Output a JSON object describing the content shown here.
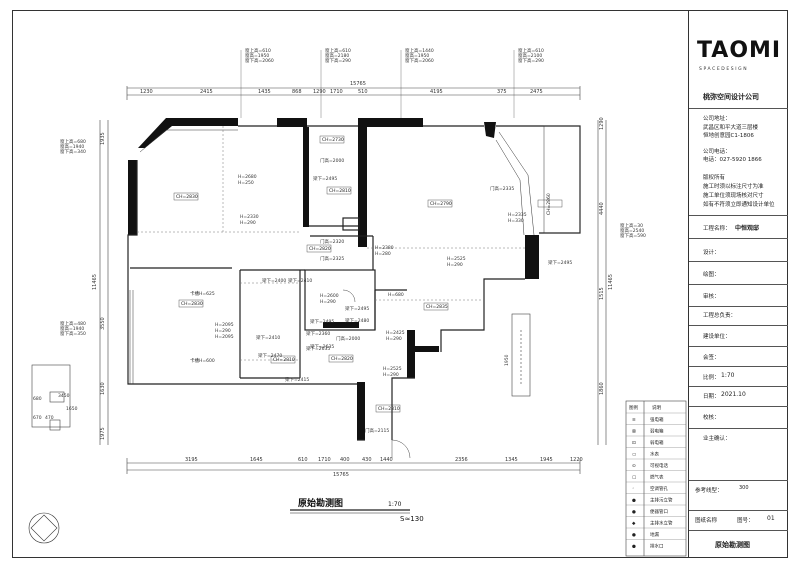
{
  "title_block": {
    "logo": "TAOMI",
    "logo_sub": "SPACEDESIGN",
    "company": "桃弥空间设计公司",
    "address_label": "公司地址：",
    "address_lines": [
      "武昌区和平大道三层楼",
      "恒地创意园C1-1806"
    ],
    "phone_label": "公司电话：",
    "phone": "电话：027-5920 1866",
    "notice_label": "版权所有",
    "notice_lines": [
      "施工时须以标注尺寸为准",
      "施工单位须现场核对尺寸",
      "如有不符须立即通知设计单位"
    ],
    "project_label": "工程名称：",
    "project_value": "中恒观邸",
    "fields": [
      "设计：",
      "绘图：",
      "审核：",
      "工程总负责：",
      "建设单位：",
      "会签："
    ],
    "scale_label": "比例：",
    "scale_value": "1:70",
    "date_label": "日期：",
    "date_value": "2021.10",
    "check_label": "校核：",
    "confirm_label": "业主确认：",
    "ref_line_label": "参考线型：",
    "ref_line_value": "300",
    "drawing_name_label": "图纸名称",
    "drawing_no_label": "图号：",
    "drawing_no": "01",
    "drawing_name": "原始勘测图"
  },
  "drawing_title": "原始勘测图",
  "drawing_scale": "1:70",
  "area": "S≈130",
  "dims_top": [
    "1230",
    "2415",
    "1435",
    "868",
    "1290",
    "1710",
    "510",
    "4195",
    "375",
    "2475"
  ],
  "dims_top_total": "15765",
  "dims_bottom": [
    "3195",
    "1645",
    "610",
    "1710",
    "400",
    "430",
    "1440",
    "2356",
    "1345",
    "1945",
    "1220"
  ],
  "dims_bottom_total": "15765",
  "dims_left": [
    "1935",
    "3550",
    "1630",
    "1975"
  ],
  "dims_left_total": "11465",
  "dims_right": [
    "1290",
    "4440",
    "1515",
    "1860"
  ],
  "dims_right_total": "11465",
  "window_notes_top": [
    [
      "窗上高=610",
      "窗高=1950",
      "窗下高=2060"
    ],
    [
      "窗上高=610",
      "窗高=2180",
      "窗下高=290"
    ],
    [
      "窗上高=1440",
      "窗高=1950",
      "窗下高=2060"
    ],
    [
      "窗上高=610",
      "窗高=2100",
      "窗下高=290"
    ]
  ],
  "window_notes_left": [
    [
      "窗上高=680",
      "窗高=1940",
      "窗下高=340"
    ],
    [
      "窗上高=480",
      "窗高=1940",
      "窗下高=350"
    ]
  ],
  "window_note_right": [
    "窗上高=30",
    "窗高=2540",
    "窗下高=590"
  ],
  "room_labels": [
    "CH=2830",
    "CH=2790",
    "CH=2830",
    "CH=2730",
    "CH=2810",
    "CH=2820",
    "CH=2810",
    "CH=2835",
    "CH=2810",
    "CH=2820",
    "CH=2860"
  ],
  "annotations": [
    "H=2680",
    "H=250",
    "H=2330",
    "H=290",
    "梁下=2495",
    "H=2380",
    "H=280",
    "H=2525",
    "H=290",
    "H=2335",
    "H=330",
    "门高=2335",
    "梁下=2495",
    "门高=2000",
    "门高=2320",
    "门高=2325",
    "梁下=2400",
    "梁下=2410",
    "H=2600",
    "H=290",
    "梁下=2495",
    "H=680",
    "H=2425",
    "H=290",
    "H=2525",
    "H=290",
    "H=2095",
    "H=290",
    "梁下=2410",
    "梁下=2470",
    "梁下=2415",
    "梁下=2635",
    "门高=2000",
    "门高=2115",
    "卡槽H=625",
    "卡槽H=600",
    "梁下=2360",
    "梁下=2480",
    "梁下=2495",
    "梁下=2635",
    "H=2095",
    "1950"
  ],
  "legend_header": [
    "图例",
    "说明"
  ],
  "legend_items": [
    {
      "symbol": "≡",
      "label": "强电箱"
    },
    {
      "symbol": "⊠",
      "label": "弱电箱"
    },
    {
      "symbol": "⊡",
      "label": "弱电箱"
    },
    {
      "symbol": "▭",
      "label": "水表"
    },
    {
      "symbol": "⊙",
      "label": "可视电话"
    },
    {
      "symbol": "▢",
      "label": "燃气表"
    },
    {
      "symbol": "◦",
      "label": "空调管孔"
    },
    {
      "symbol": "●",
      "label": "主排污立管"
    },
    {
      "symbol": "●",
      "label": "便器管口"
    },
    {
      "symbol": "◆",
      "label": "主排水立管"
    },
    {
      "symbol": "●",
      "label": "地漏"
    },
    {
      "symbol": "●",
      "label": "排水口"
    }
  ],
  "left_detail": [
    "680",
    "3450",
    "670",
    "470",
    "1650"
  ],
  "right_detail_label": "1950"
}
